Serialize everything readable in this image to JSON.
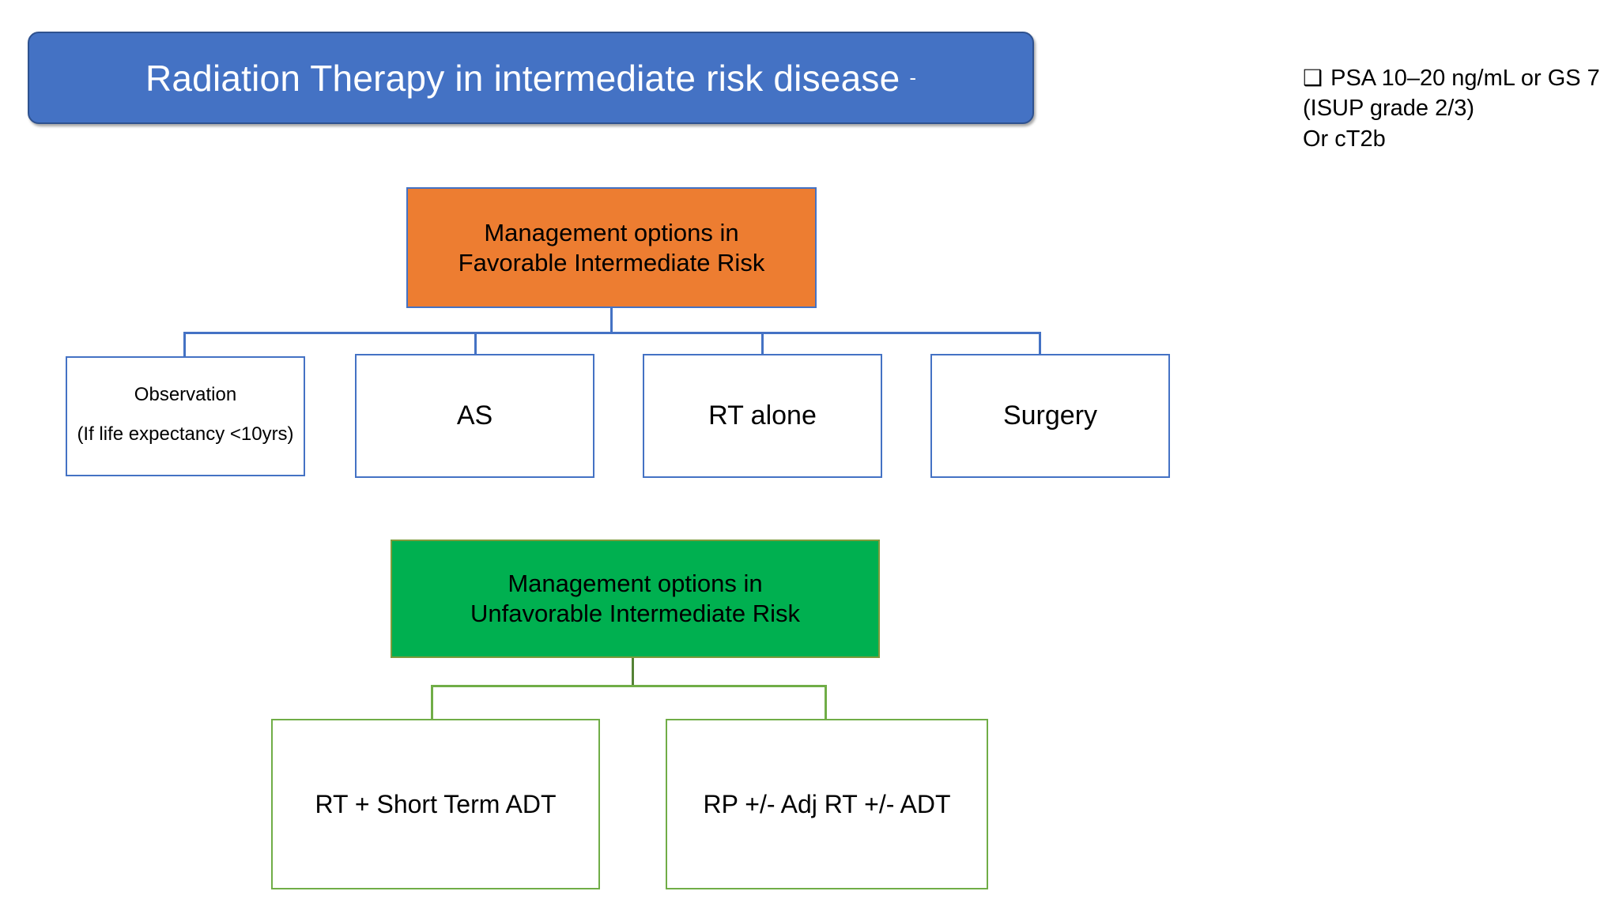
{
  "slide": {
    "title": {
      "text": "Radiation Therapy in intermediate risk disease",
      "suffix": "-"
    },
    "note": {
      "checkbox_icon": "❑",
      "lines": [
        "PSA 10–20 ng/mL or GS 7 (ISUP grade 2/3)",
        "Or cT2b"
      ]
    },
    "favorable": {
      "header": {
        "line1": "Management options in",
        "line2": "Favorable Intermediate Risk"
      },
      "options": [
        {
          "label": "Observation",
          "sub": "(If life expectancy <10yrs)"
        },
        {
          "label": "AS",
          "sub": ""
        },
        {
          "label": "RT alone",
          "sub": ""
        },
        {
          "label": "Surgery",
          "sub": ""
        }
      ]
    },
    "unfavorable": {
      "header": {
        "line1": "Management options in",
        "line2": "Unfavorable Intermediate Risk"
      },
      "options": [
        {
          "label": "RT + Short Term ADT"
        },
        {
          "label": "RP +/- Adj RT +/- ADT"
        }
      ]
    },
    "colors": {
      "title_fill": "#4472C4",
      "title_border": "#2F528F",
      "favorable_fill": "#ED7D31",
      "favorable_border": "#4472C4",
      "unfavorable_fill": "#00B050",
      "unfavorable_border": "#7F9A3C",
      "connector_blue": "#4472C4",
      "connector_green": "#70AD47",
      "text": "#000000",
      "title_text": "#FFFFFF"
    }
  }
}
